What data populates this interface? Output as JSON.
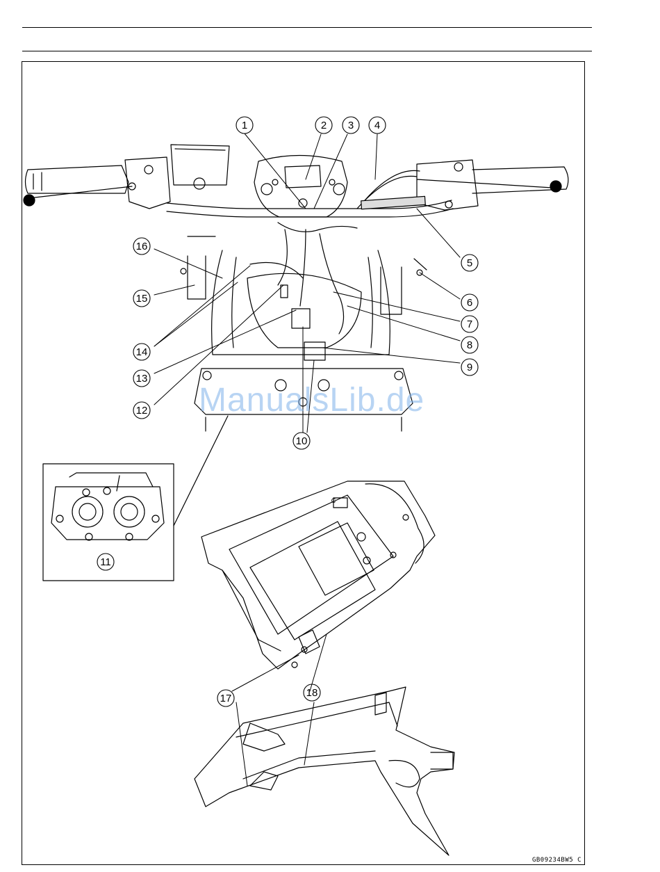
{
  "callouts": [
    {
      "id": "c1",
      "label": "1"
    },
    {
      "id": "c2",
      "label": "2"
    },
    {
      "id": "c3",
      "label": "3"
    },
    {
      "id": "c4",
      "label": "4"
    },
    {
      "id": "c5",
      "label": "5"
    },
    {
      "id": "c6",
      "label": "6"
    },
    {
      "id": "c7",
      "label": "7"
    },
    {
      "id": "c8",
      "label": "8"
    },
    {
      "id": "c9",
      "label": "9"
    },
    {
      "id": "c10",
      "label": "10"
    },
    {
      "id": "c11",
      "label": "11"
    },
    {
      "id": "c12",
      "label": "12"
    },
    {
      "id": "c13",
      "label": "13"
    },
    {
      "id": "c14",
      "label": "14"
    },
    {
      "id": "c15",
      "label": "15"
    },
    {
      "id": "c16",
      "label": "16"
    },
    {
      "id": "c17",
      "label": "17"
    },
    {
      "id": "c18",
      "label": "18"
    }
  ],
  "figure_code": "GB09234BW5 C",
  "watermark": "ManualsLib.de",
  "inset_letter": "C"
}
